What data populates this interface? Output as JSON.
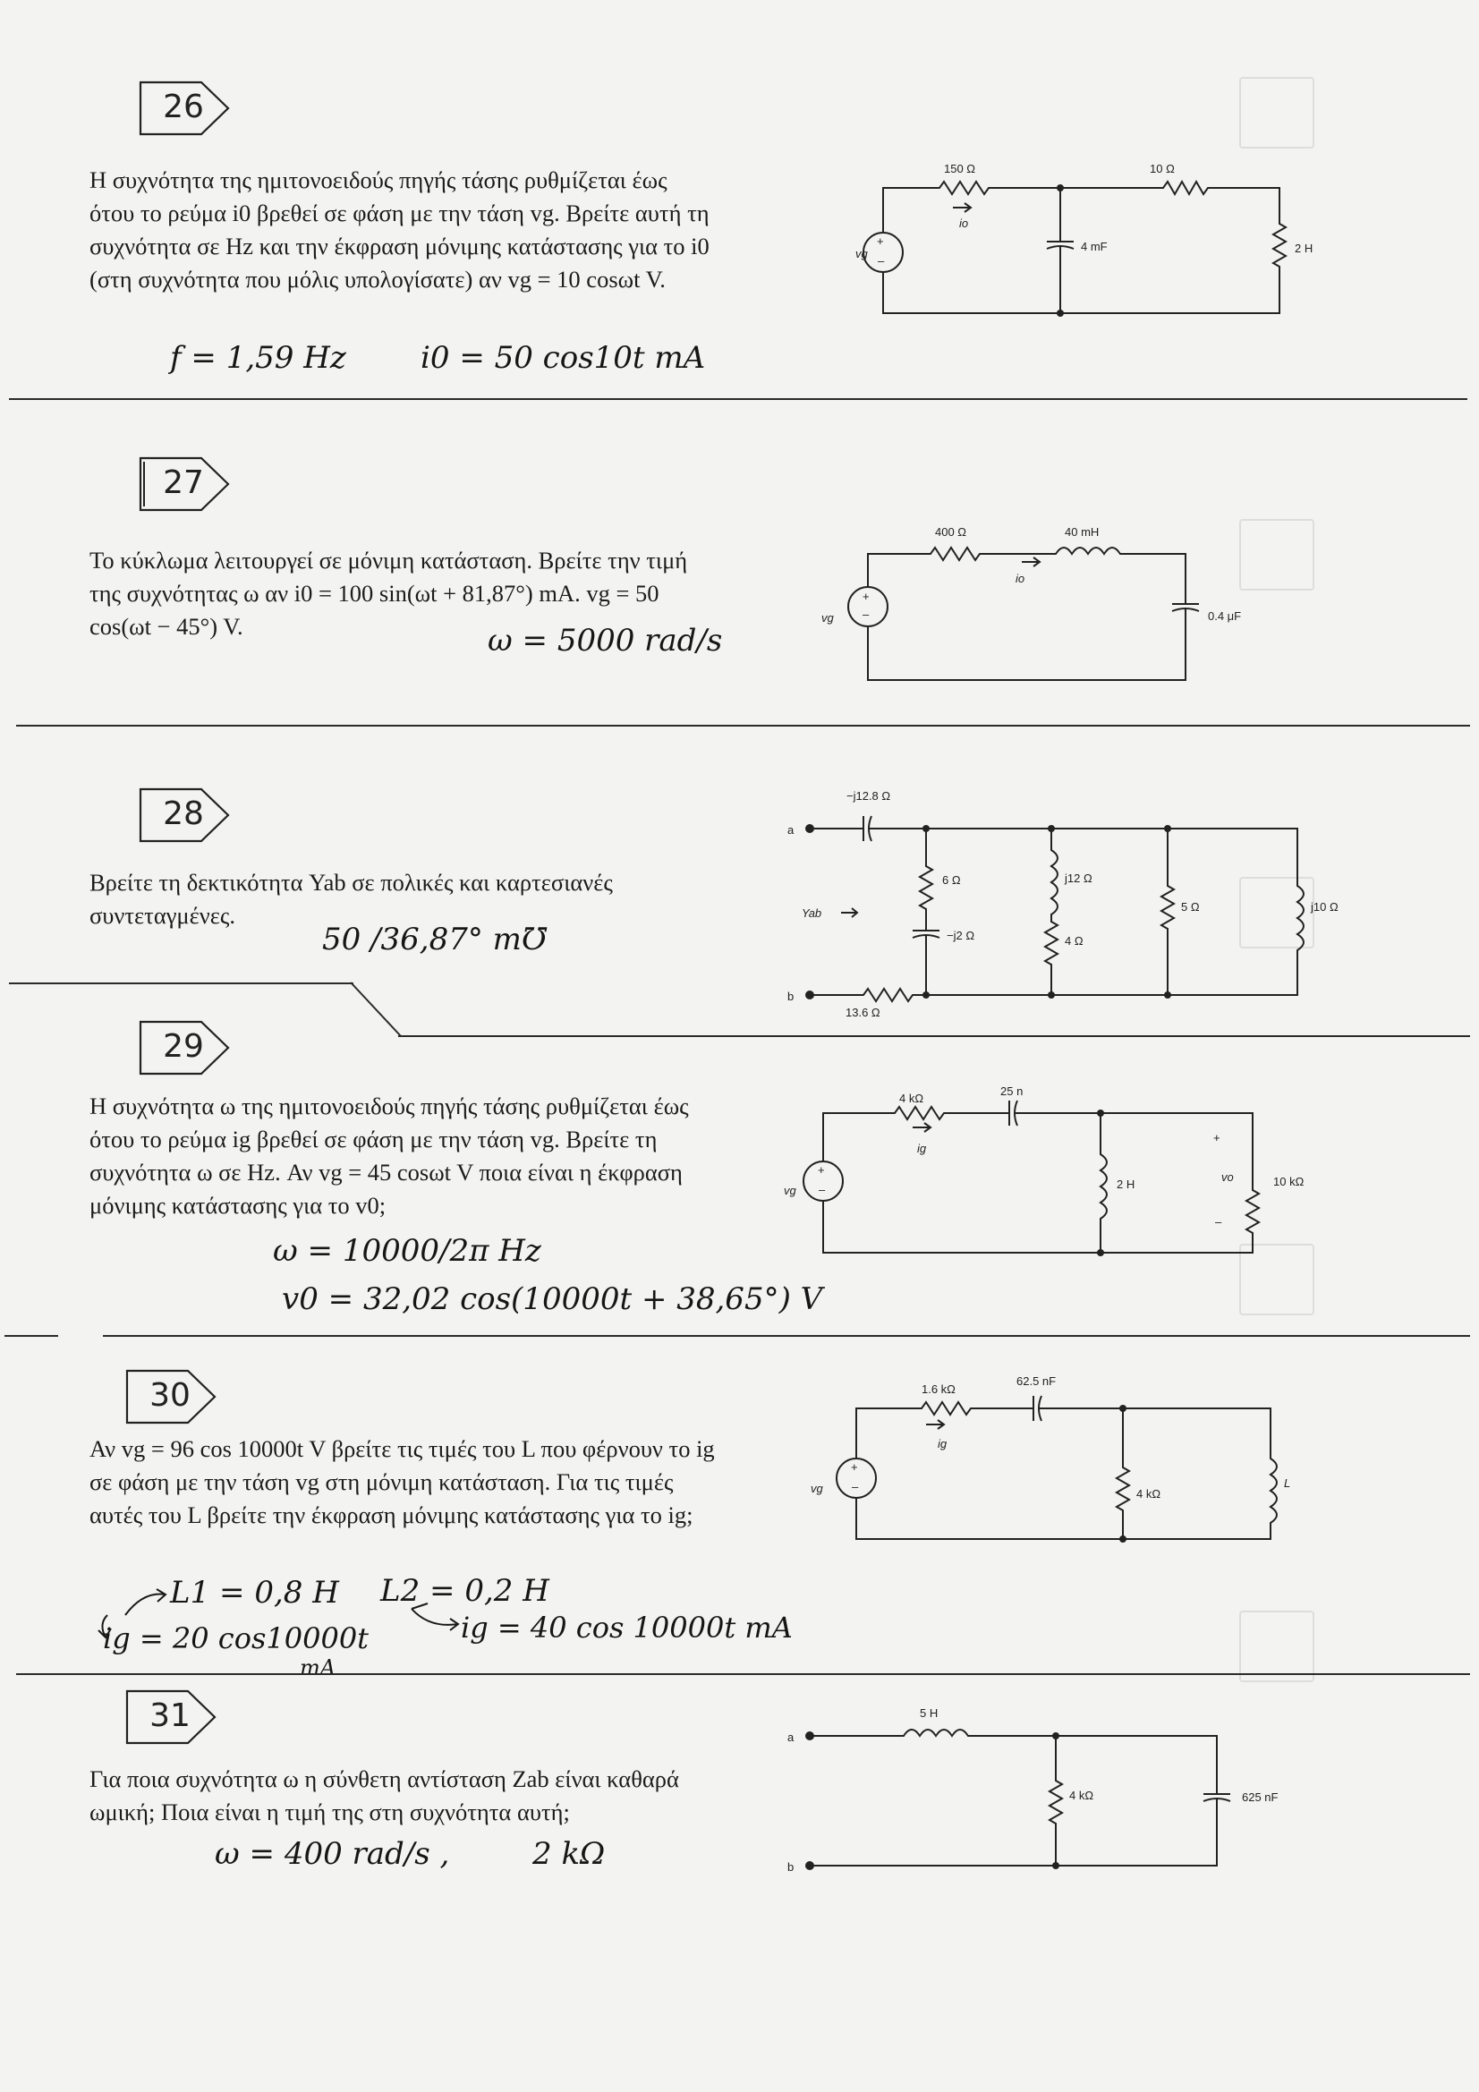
{
  "problems": [
    {
      "number": "26",
      "statement": "Η συχνότητα της ημιτονοειδούς πηγής τάσης ρυθμίζεται έως ότου το ρεύμα i0 βρεθεί σε φάση με την τάση vg. Βρείτε αυτή τη συχνότητα σε Hz και την έκφραση μόνιμης κατάστασης για το i0 (στη συχνότητα που μόλις υπολογίσατε) αν vg = 10 cosωt V.",
      "answers": [
        "f = 1,59 Hz",
        "i0 = 50 cos10t mA"
      ],
      "circuit": {
        "R1": "150 Ω",
        "R2": "10 Ω",
        "C": "4 mF",
        "L": "2 H",
        "current": "io",
        "source": "vg"
      }
    },
    {
      "number": "27",
      "statement": "Το κύκλωμα λειτουργεί σε μόνιμη κατάσταση. Βρείτε την τιμή της συχνότητας ω αν i0 = 100 sin(ωt + 81,87°) mA. vg = 50 cos(ωt − 45°) V.",
      "answers": [
        "ω = 5000 rad/s"
      ],
      "circuit": {
        "R": "400 Ω",
        "L": "40 mH",
        "C": "0.4 μF",
        "current": "io",
        "source": "vg"
      }
    },
    {
      "number": "28",
      "statement": "Βρείτε τη δεκτικότητα Yab σε πολικές και καρτεσιανές συντεταγμένες.",
      "answers": [
        "50 /36,87° m℧"
      ],
      "circuit": {
        "Cs": "−j12.8 Ω",
        "Rb": "13.6 Ω",
        "R1": "6 Ω",
        "C1": "−j2 Ω",
        "L2": "j12 Ω",
        "R2": "4 Ω",
        "R3": "5 Ω",
        "L3": "j10 Ω",
        "a": "a",
        "b": "b",
        "Y": "Yab"
      }
    },
    {
      "number": "29",
      "statement": "Η συχνότητα ω της ημιτονοειδούς πηγής τάσης ρυθμίζεται έως ότου το ρεύμα ig βρεθεί σε φάση με την τάση vg. Βρείτε τη συχνότητα ω σε Hz. Αν vg = 45 cosωt V ποια είναι η έκφραση μόνιμης κατάστασης για το v0;",
      "answers": [
        "ω = 10000/2π Hz",
        "v0 = 32,02 cos(10000t + 38,65°) V"
      ],
      "circuit": {
        "R": "4 kΩ",
        "C": "25 n",
        "L": "2 H",
        "R2": "10 kΩ",
        "current": "ig",
        "source": "vg",
        "vo": "vo",
        "plus": "+",
        "minus": "–"
      }
    },
    {
      "number": "30",
      "statement": "Αν vg = 96 cos 10000t V βρείτε τις τιμές του L που φέρνουν το ig σε φάση με την τάση vg στη μόνιμη κατάσταση. Για τις τιμές αυτές του L βρείτε την έκφραση μόνιμης κατάστασης για το ig;",
      "answers": [
        "L1 = 0,8 H",
        "L2 = 0,2 H",
        "ig = 20 cos10000t",
        "mA",
        "ig = 40 cos 10000t mA"
      ],
      "circuit": {
        "R": "1.6 kΩ",
        "C": "62.5 nF",
        "R2": "4 kΩ",
        "L": "L",
        "current": "ig",
        "source": "vg"
      }
    },
    {
      "number": "31",
      "statement": "Για ποια συχνότητα ω η σύνθετη αντίσταση Zab είναι καθαρά ωμική; Ποια είναι η τιμή της στη συχνότητα αυτή;",
      "answers": [
        "ω = 400 rad/s ,",
        "2 kΩ"
      ],
      "circuit": {
        "L": "5 H",
        "R": "4 kΩ",
        "C": "625 nF",
        "a": "a",
        "b": "b"
      }
    }
  ]
}
